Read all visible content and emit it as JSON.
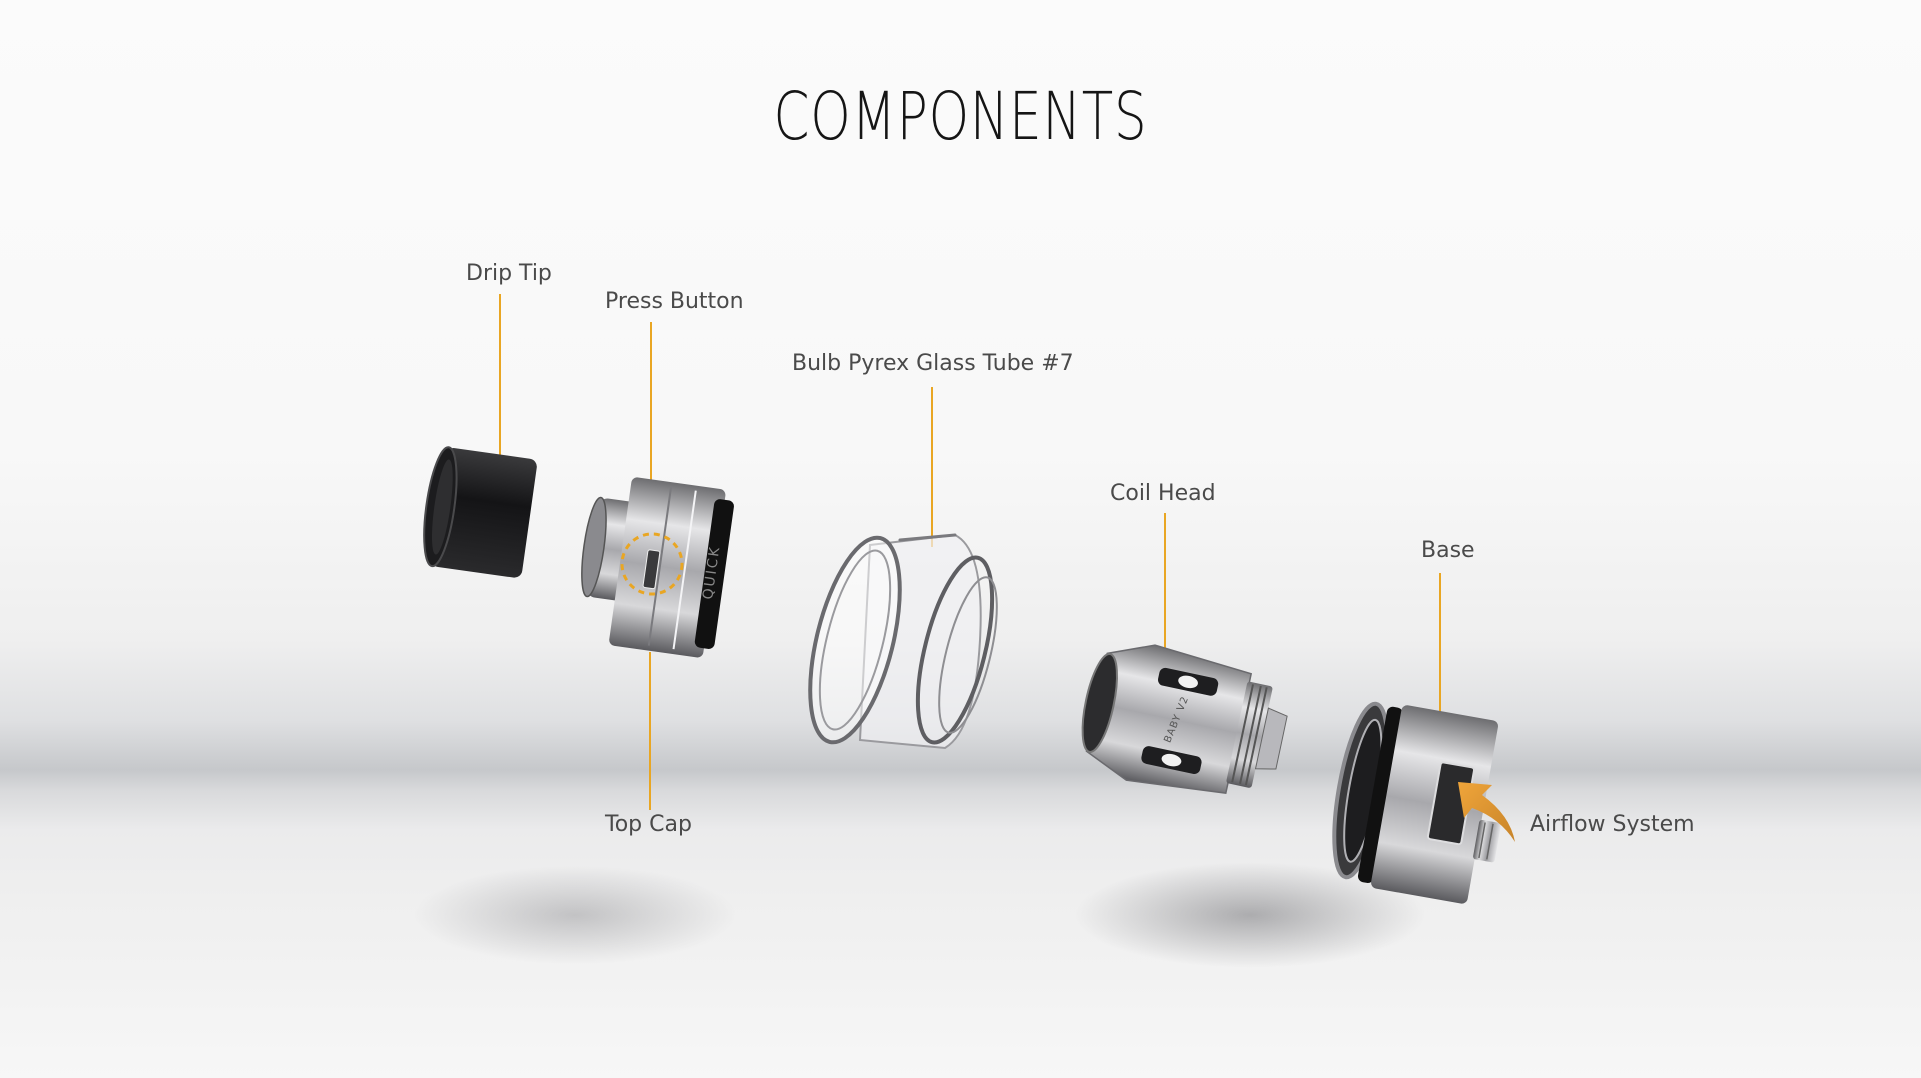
{
  "page": {
    "title": "COMPONENTS"
  },
  "colors": {
    "accent_orange": "#e9a623",
    "arrow_orange": "#d98f2a",
    "label_text": "#4a4a4a",
    "title_text": "#151515"
  },
  "components": [
    {
      "id": "drip_tip",
      "label": "Drip Tip"
    },
    {
      "id": "press_button",
      "label": "Press Button"
    },
    {
      "id": "bulb_glass",
      "label": "Bulb Pyrex Glass Tube #7"
    },
    {
      "id": "coil_head",
      "label": "Coil Head"
    },
    {
      "id": "base",
      "label": "Base"
    },
    {
      "id": "top_cap",
      "label": "Top Cap"
    },
    {
      "id": "airflow",
      "label": "Airflow System"
    }
  ],
  "product_markings": {
    "top_cap_engraving": "QUICK",
    "coil_engraving": "BABY V2"
  }
}
